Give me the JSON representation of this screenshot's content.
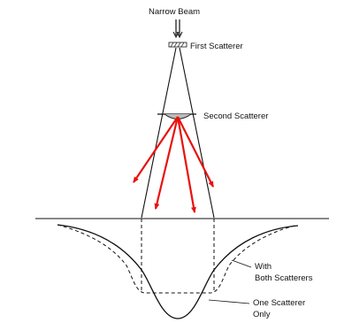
{
  "labels": {
    "narrow_beam": "Narrow Beam",
    "first_scatterer": "First Scatterer",
    "second_scatterer": "Second Scatterer",
    "with_line1": "With",
    "with_line2": "Both Scatterers",
    "one_line1": "One Scatterer",
    "one_line2": "Only"
  },
  "colors": {
    "ink": "#111111",
    "scatter_arrows": "#e8120f"
  }
}
